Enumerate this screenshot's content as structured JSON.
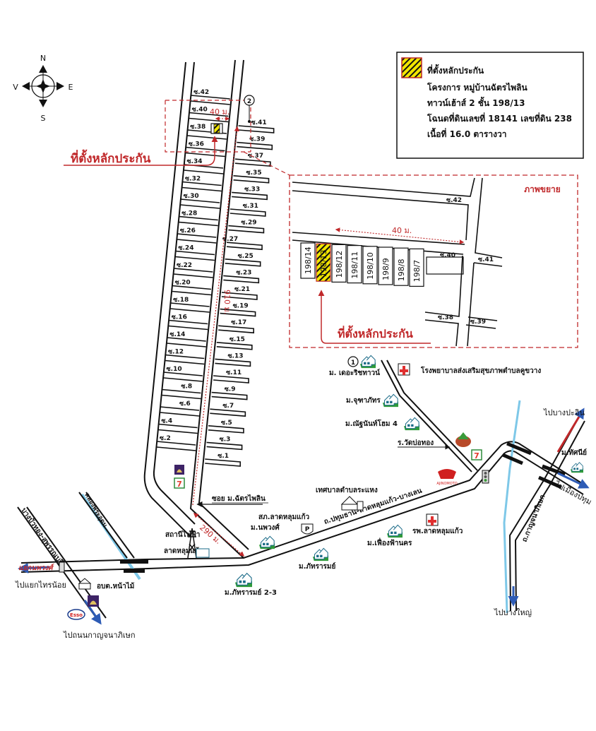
{
  "legend": {
    "symbol": "hatched-yellow-box",
    "title": "ที่ตั้งหลักประกัน",
    "lines": [
      "โครงการ หมู่บ้านฉัตรไพลิน",
      "ทาวน์เฮ้าส์ 2 ชั้น 198/13",
      "โฉนดที่ดินเลขที่ 18141 เลขที่ดิน 238",
      "เนื้อที่ 16.0 ตารางวา"
    ]
  },
  "compass": {
    "north": "N",
    "south": "S",
    "east": "E",
    "west": "V"
  },
  "colors": {
    "accent_red": "#c0282a",
    "hatch_yellow": "#f2e600",
    "river_blue": "#7ec8e8",
    "arrow_blue": "#2d5bb5"
  },
  "main_map": {
    "collateral_label": "ที่ตั้งหลักประกัน",
    "marker_2": "2",
    "distance_40": "40 ม.",
    "distance_910": "910 ม.",
    "distance_290": "290 ม.",
    "sois_left": [
      "ซ.42",
      "ซ.40",
      "ซ.38",
      "ซ.36",
      "ซ.34",
      "ซ.32",
      "ซ.30",
      "ซ.28",
      "ซ.26",
      "ซ.24",
      "ซ.22",
      "ซ.20",
      "ซ.18",
      "ซ.16",
      "ซ.14",
      "ซ.12",
      "ซ.10",
      "ซ.8",
      "ซ.6",
      "ซ.4",
      "ซ.2"
    ],
    "sois_right": [
      "ซ.41",
      "ซ.39",
      "ซ.37",
      "ซ.35",
      "ซ.33",
      "ซ.31",
      "ซ.29",
      "ซ.27",
      "ซ.25",
      "ซ.23",
      "ซ.21",
      "ซ.19",
      "ซ.17",
      "ซ.15",
      "ซ.13",
      "ซ.11",
      "ซ.9",
      "ซ.7",
      "ซ.5",
      "ซ.3",
      "ซ.1"
    ],
    "soi_entrance": "ซอย ม.ฉัตรไพลิน"
  },
  "inset": {
    "title": "ภาพขยาย",
    "distance": "40 ม.",
    "soi_labels": {
      "s42": "ซ.42",
      "s40": "ซ.40",
      "s41": "ซ.41",
      "s38": "ซ.38",
      "s39": "ซ.39"
    },
    "units": [
      "198/14",
      "198/13",
      "198/12",
      "198/11",
      "198/10",
      "198/9",
      "198/8",
      "198/7"
    ],
    "highlighted_unit": "198/13",
    "collateral_label": "ที่ตั้งหลักประกัน"
  },
  "landmarks": {
    "marker_1": "1",
    "the_rich_town": "ม. เดอะริชทาวน์",
    "health_hospital": "โรงพยาบาลส่งเสริมสุขภาพตำบลคูขวาง",
    "chuthaphat": "ม.จุฑาภัทร",
    "natthanan": "ม.ณัฐนันท์โฮม 4",
    "wat_bo_thong": "ร.วัดบ่อทอง",
    "municipality": "เทศบาลตำบลระแหง",
    "police": "สภ.ลาดหลุมแก้ว",
    "nopphawong": "ม.นพวงศ์",
    "main_road": "ถ.ปทุมธานี-ลาดหลุมแก้ว-บางเลน",
    "hospital": "รพ.ลาดหลุมแก้ว",
    "phueangfa": "ม.เฟื่องฟ้านคร",
    "phatharam": "ม.ภัทรารมย์",
    "phatharam23": "ม.ภัทรารมย์ 2-3",
    "power_station_1": "สถานีไฟฟ้า",
    "power_station_2": "ลาดหลุมแก้ว",
    "sao_office": "อบต.หน้าไม้",
    "canal": "คลองพระอุดม",
    "left_road": "บางบัวทอง-สุพรรณบุรี",
    "junction": "แยกนพวงศ์",
    "to_sai_noi": "ไปแยกไทรน้อย",
    "to_kanchanaphisek_w": "ไปถนนกาญจนาภิเษก",
    "kanchanaphisek_road": "ถ.กาญจนาภิเษก",
    "to_bang_pa_in": "ไปบางปะอิน",
    "to_mueang_pathum": "ไปเมืองปทุม",
    "to_bang_yai": "ไปบางใหญ่",
    "thatsanee": "ม.ทัศนีย์",
    "ajinomoto": "AJINOMOTO",
    "esso": "Esso",
    "seven_eleven": "7"
  }
}
